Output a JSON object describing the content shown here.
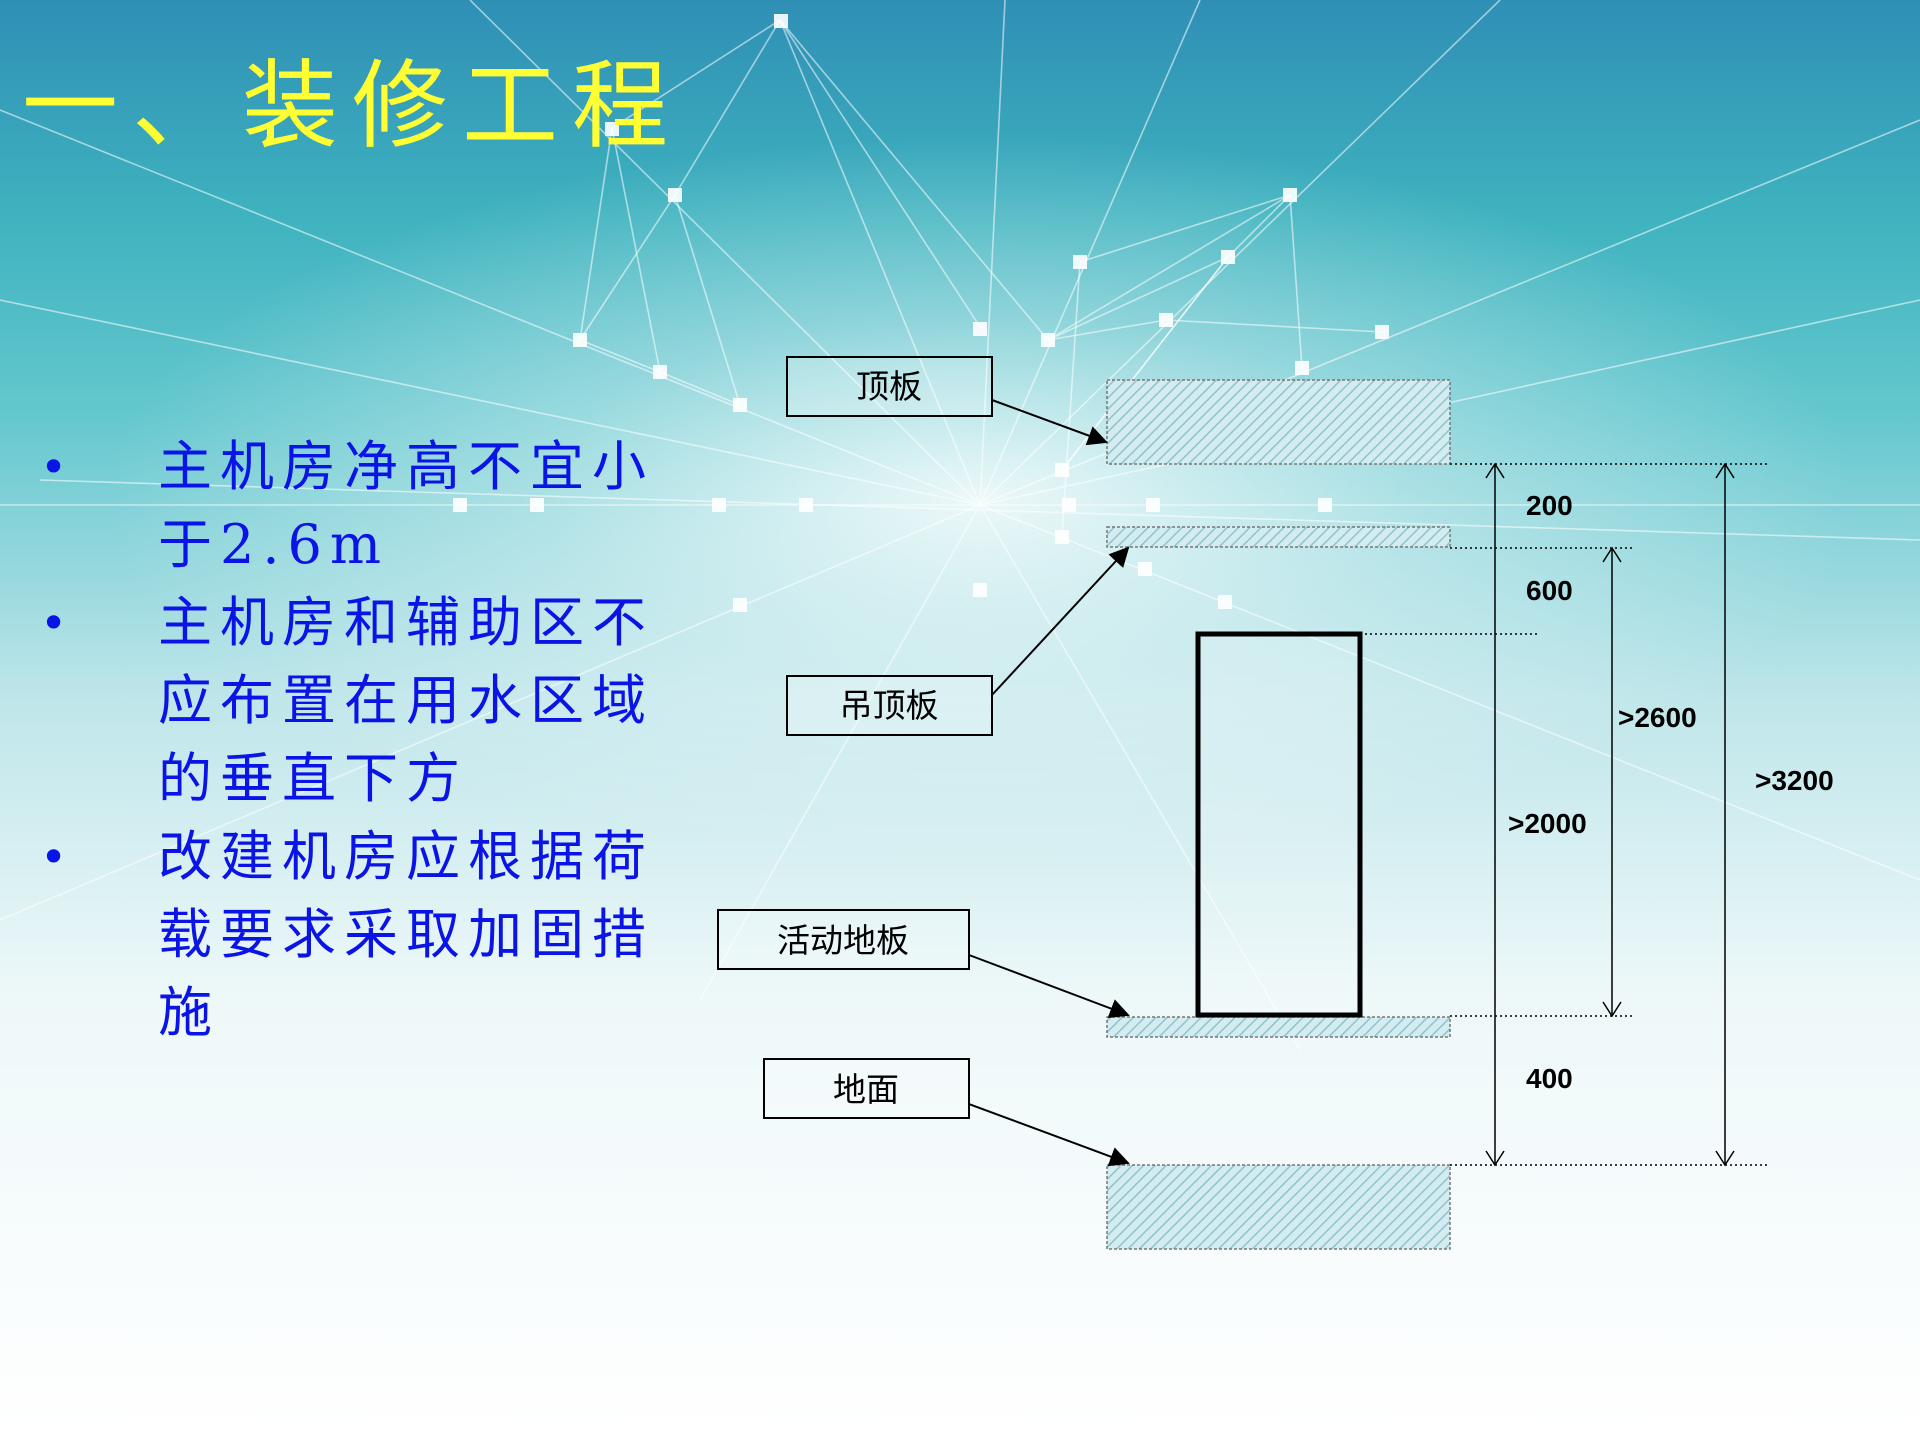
{
  "slide": {
    "title": "一、装修工程",
    "bullets": [
      "主机房净高不宜小于2.6m",
      "主机房和辅助区不应布置在用水区域的垂直下方",
      "改建机房应根据荷载要求采取加固措施"
    ]
  },
  "diagram": {
    "labels": {
      "slab": "顶板",
      "ceiling": "吊顶板",
      "raised_floor": "活动地板",
      "ground": "地面"
    },
    "dimensions": {
      "plenum": "200",
      "ceiling_to_cabinet": "600",
      "cabinet": ">2000",
      "floor_void": "400",
      "clear_height": ">2600",
      "total_height": ">3200"
    }
  },
  "colors": {
    "title": "#ffff33",
    "bullet_text": "#0a14e6",
    "hatch": "#a9d6de"
  }
}
